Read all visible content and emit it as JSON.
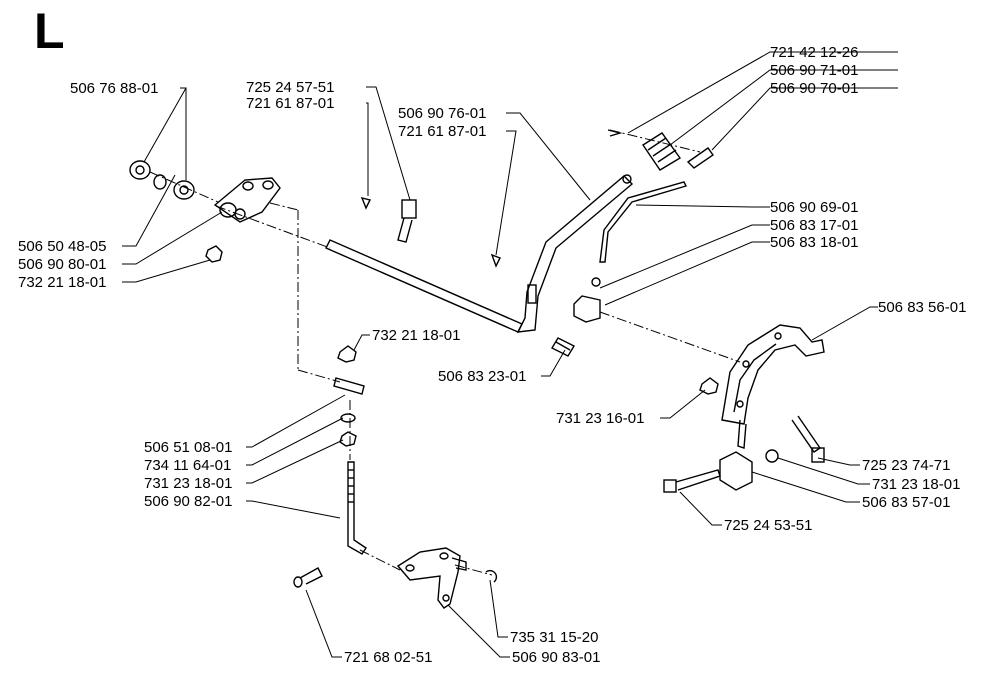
{
  "diagram": {
    "section_letter": "L",
    "part_numbers": {
      "p1": "721 42 12-26",
      "p2": "506 90 71-01",
      "p3": "506 90 70-01",
      "p4": "506 76 88-01",
      "p5": "725 24 57-51",
      "p6": "721 61 87-01",
      "p7": "506 90 76-01",
      "p8": "721 61 87-01",
      "p9": "506 90 69-01",
      "p10": "506 83 17-01",
      "p11": "506 83 18-01",
      "p12": "506 50 48-05",
      "p13": "506 90 80-01",
      "p14": "732 21 18-01",
      "p15": "506 83 56-01",
      "p16": "732 21 18-01",
      "p17": "506 83 23-01",
      "p18": "731 23 16-01",
      "p19": "506 51 08-01",
      "p20": "734 11 64-01",
      "p21": "731 23 18-01",
      "p22": "506 90 82-01",
      "p23": "725 23 74-71",
      "p24": "731 23 18-01",
      "p25": "506 83 57-01",
      "p26": "725 24 53-51",
      "p27": "735 31 15-20",
      "p28": "721 68 02-51",
      "p29": "506 90 83-01"
    }
  }
}
